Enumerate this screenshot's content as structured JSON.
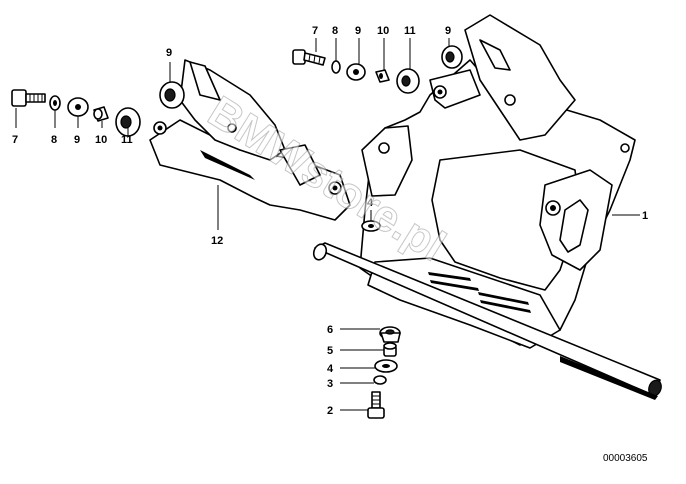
{
  "callouts": {
    "c7_left": "7",
    "c8_left": "8",
    "c9_left": "9",
    "c10_left": "10",
    "c11_left": "11",
    "c9_left_bracket": "9",
    "c12": "12",
    "c7_top": "7",
    "c8_top": "8",
    "c9_top": "9",
    "c10_top": "10",
    "c11_top": "11",
    "c9_top_right": "9",
    "c4_mid": "4",
    "c1": "1",
    "c6": "6",
    "c5": "5",
    "c4_low": "4",
    "c3": "3",
    "c2": "2"
  },
  "watermark": "BMWstore.pl",
  "diagram_code": "00003605"
}
